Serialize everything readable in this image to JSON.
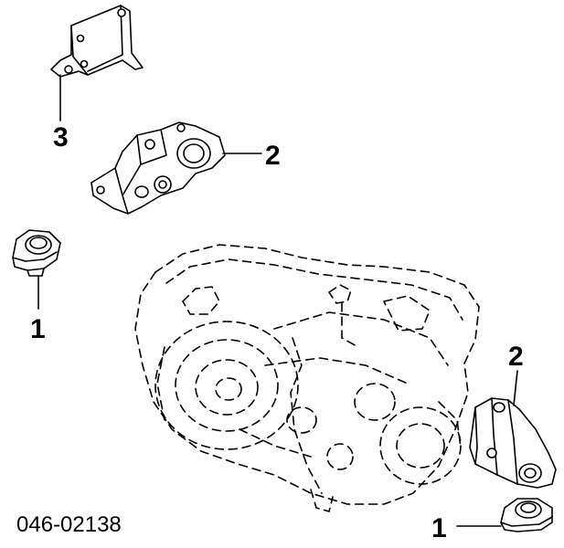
{
  "callouts": {
    "c3_top": "3",
    "c2_upper": "2",
    "c1_left": "1",
    "c2_right": "2",
    "c1_bottom": "1"
  },
  "diagram_code": "046-02138"
}
